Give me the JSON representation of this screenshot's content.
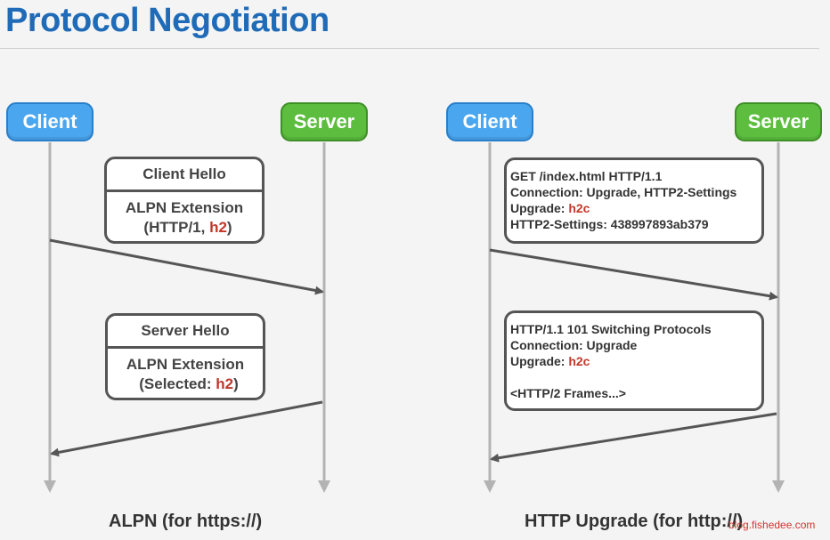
{
  "title": "Protocol Negotiation",
  "alpn": {
    "client_label": "Client",
    "server_label": "Server",
    "client_hello": {
      "header": "Client Hello",
      "line1": "ALPN Extension",
      "line2_prefix": "(HTTP/1, ",
      "line2_highlight": "h2",
      "line2_suffix": ")"
    },
    "server_hello": {
      "header": "Server Hello",
      "line1": "ALPN Extension",
      "line2_prefix": "(Selected: ",
      "line2_highlight": "h2",
      "line2_suffix": ")"
    },
    "caption": "ALPN (for https://)"
  },
  "upgrade": {
    "client_label": "Client",
    "server_label": "Server",
    "request": {
      "line1": "GET /index.html HTTP/1.1",
      "line2": "Connection: Upgrade, HTTP2-Settings",
      "line3_prefix": "Upgrade: ",
      "line3_highlight": "h2c",
      "line4": "HTTP2-Settings: 438997893ab379"
    },
    "response": {
      "line1": "HTTP/1.1 101 Switching Protocols",
      "line2": "Connection: Upgrade",
      "line3_prefix": "Upgrade: ",
      "line3_highlight": "h2c",
      "line4": "",
      "line5": "<HTTP/2 Frames...>"
    },
    "caption": "HTTP Upgrade (for http://)"
  },
  "watermark": "blog.fishedee.com",
  "colors": {
    "title": "#1f6bb8",
    "client": "#4aa6ef",
    "server": "#5cbd3f",
    "highlight": "#c0392b",
    "lifeline": "#b3b3b3",
    "arrow": "#555555"
  }
}
